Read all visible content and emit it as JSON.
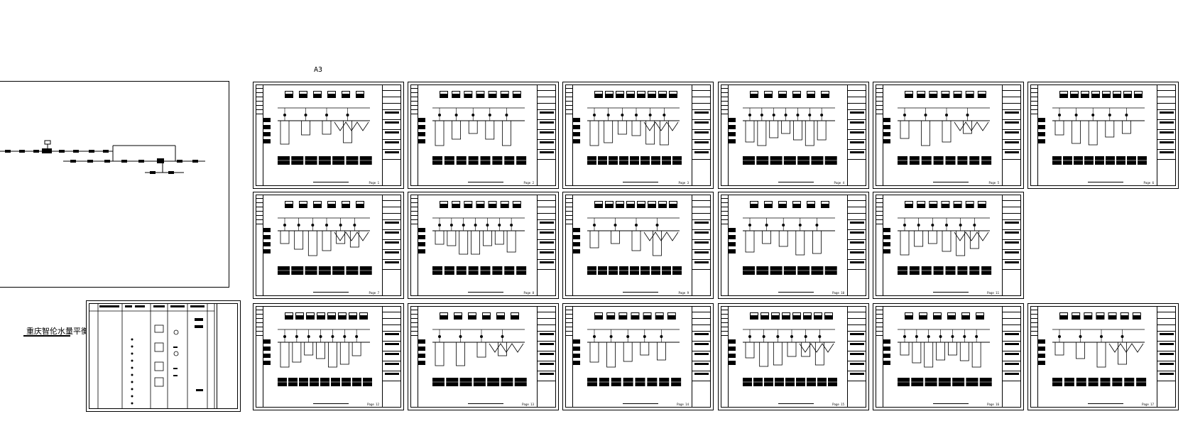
{
  "drawing_set": {
    "paper_size_label": "A3",
    "balance_sheet": {
      "title": "重庆智伦水量平衡图"
    },
    "legend_sheet": {
      "label": ""
    },
    "sheets": [
      {
        "page": "Page 1"
      },
      {
        "page": "Page 2"
      },
      {
        "page": "Page 3"
      },
      {
        "page": "Page 4"
      },
      {
        "page": "Page 5"
      },
      {
        "page": "Page 6"
      },
      {
        "page": "Page 7"
      },
      {
        "page": "Page 8"
      },
      {
        "page": "Page 9"
      },
      {
        "page": "Page 10"
      },
      {
        "page": "Page 11"
      },
      {
        "page": "Page 12"
      },
      {
        "page": "Page 13"
      },
      {
        "page": "Page 14"
      },
      {
        "page": "Page 15"
      },
      {
        "page": "Page 16"
      },
      {
        "page": "Page 17"
      }
    ]
  }
}
